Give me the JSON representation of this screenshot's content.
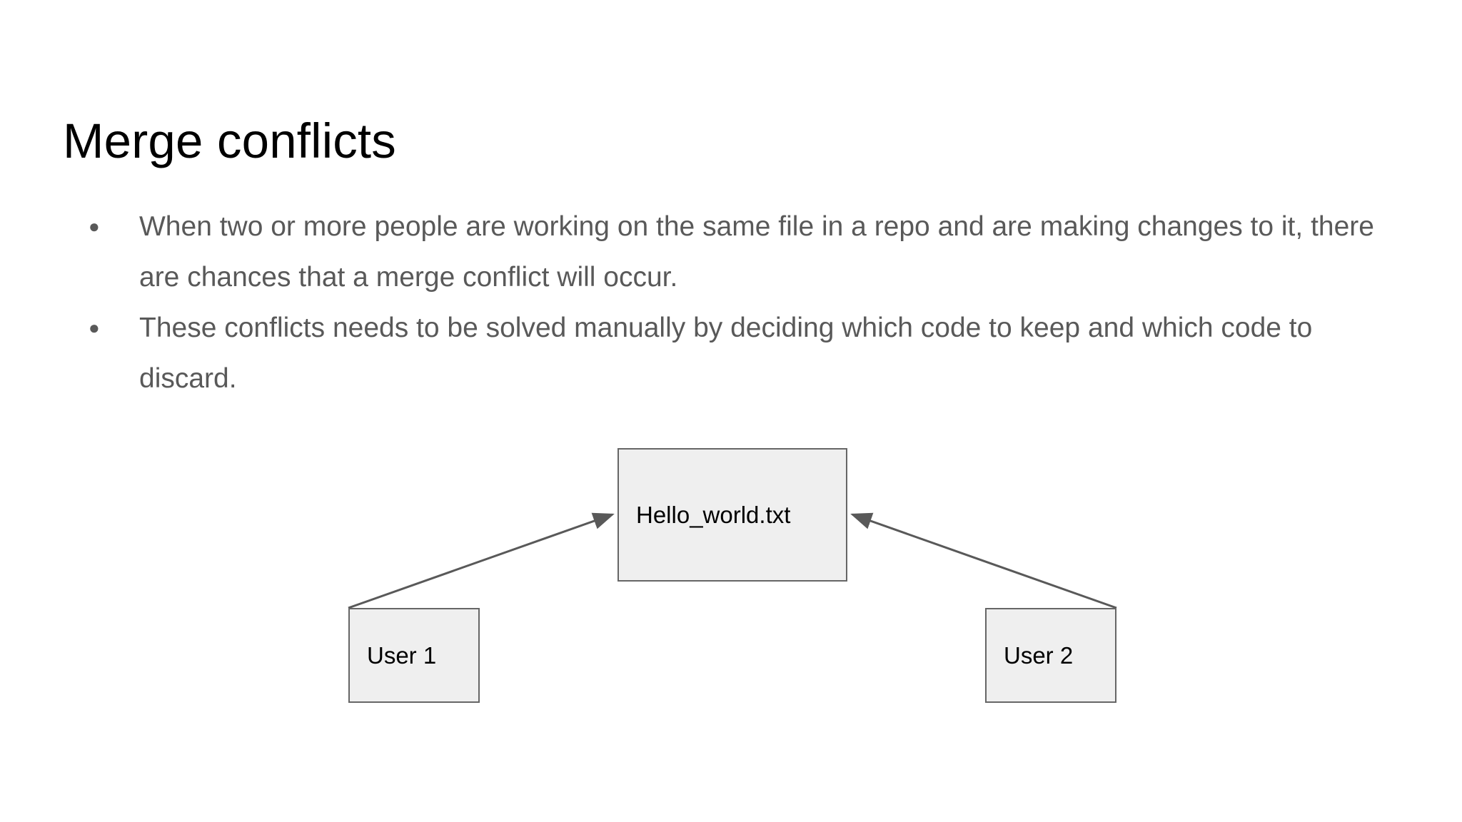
{
  "slide": {
    "title": "Merge conflicts",
    "bullets": [
      "When two or more people are working on the same file in a repo and are making changes to it, there are chances that a merge conflict will occur.",
      "These conflicts needs to be solved manually by deciding which code to keep and which code to discard."
    ],
    "bullet_marker": "●",
    "colors": {
      "title": "#000000",
      "body_text": "#595959",
      "background": "#ffffff",
      "node_fill": "#efefef",
      "node_border": "#666666",
      "connector": "#595959"
    }
  },
  "diagram": {
    "type": "flow",
    "nodes": [
      {
        "id": "file",
        "label": "Hello_world.txt"
      },
      {
        "id": "user1",
        "label": "User 1"
      },
      {
        "id": "user2",
        "label": "User 2"
      }
    ],
    "edges": [
      {
        "from": "user1",
        "to": "file",
        "arrowhead": "filled-triangle"
      },
      {
        "from": "user2",
        "to": "file",
        "arrowhead": "filled-triangle"
      }
    ]
  }
}
